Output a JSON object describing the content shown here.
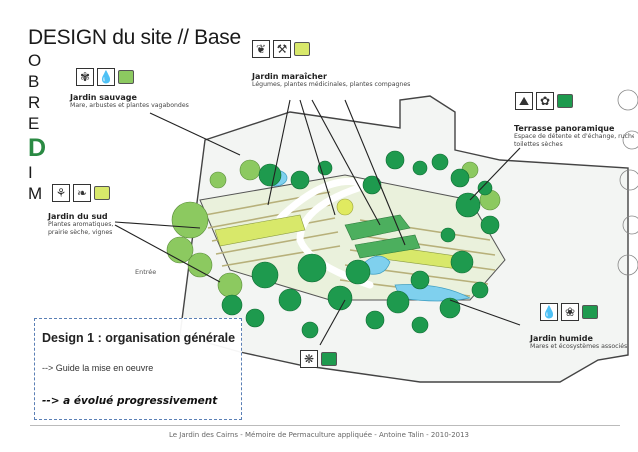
{
  "title": "DESIGN du site // Base",
  "odm_letters": [
    "O",
    "B",
    "R",
    "E",
    "D",
    "I",
    "M"
  ],
  "zones": {
    "jardin_sauvage": {
      "title": "Jardin sauvage",
      "desc": "Mare, arbustes et plantes vagabondes"
    },
    "jardin_maraicher": {
      "title": "Jardin maraîcher",
      "desc": "Légumes, plantes médicinales, plantes compagnes"
    },
    "terrasse": {
      "title": "Terrasse panoramique",
      "desc1": "Espace de détente et d'échange, ruche",
      "desc2": "toilettes sèches"
    },
    "jardin_sud": {
      "title": "Jardin du sud",
      "desc1": "Plantes aromatiques,",
      "desc2": "prairie sèche, vignes"
    },
    "jardin_humide": {
      "title": "Jardin humide",
      "desc": "Mares et écosystèmes associés"
    }
  },
  "entree_label": "Entrée",
  "design_box": {
    "line1": "Design 1 : organisation générale",
    "line2": "--> Guide la mise en oeuvre",
    "line3": "--> a évolué progressivement"
  },
  "footer": "Le Jardin des Cairns - Mémoire de Permaculture appliquée - Antoine Talin - 2010-2013",
  "colors": {
    "title_accent": "#2a8a43",
    "light_green": "#8cc960",
    "yellow_green": "#d8e86a",
    "dark_green": "#1e9a4e",
    "water_blue": "#7fd0ee",
    "box_border": "#5a7fb5"
  },
  "icons": {
    "sauvage": [
      "wild-plant-icon",
      "water-drop-icon"
    ],
    "maraicher": [
      "vegetable-icon",
      "tools-icon"
    ],
    "terrasse": [
      "landscape-icon",
      "bee-icon"
    ],
    "sud": [
      "shovel-icon",
      "harvest-icon"
    ],
    "humide": [
      "water-drop-icon",
      "frog-icon"
    ],
    "verger": [
      "fruit-tree-icon"
    ]
  }
}
